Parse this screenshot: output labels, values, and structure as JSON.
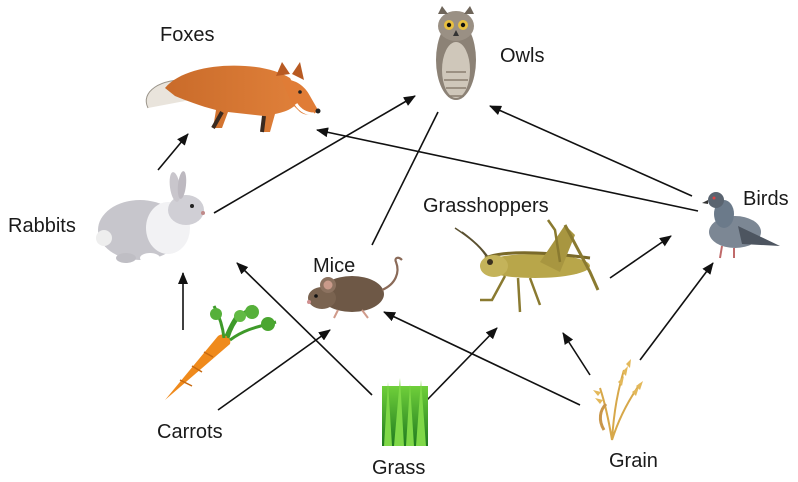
{
  "labels": {
    "foxes": "Foxes",
    "owls": "Owls",
    "rabbits": "Rabbits",
    "birds": "Birds",
    "grasshoppers": "Grasshoppers",
    "mice": "Mice",
    "carrots": "Carrots",
    "grass": "Grass",
    "grain": "Grain"
  },
  "organisms": [
    {
      "key": "foxes",
      "icon": "fox-icon"
    },
    {
      "key": "owls",
      "icon": "owl-icon"
    },
    {
      "key": "rabbits",
      "icon": "rabbit-icon"
    },
    {
      "key": "birds",
      "icon": "pigeon-icon"
    },
    {
      "key": "grasshoppers",
      "icon": "grasshopper-icon"
    },
    {
      "key": "mice",
      "icon": "mouse-icon"
    },
    {
      "key": "carrots",
      "icon": "carrot-icon"
    },
    {
      "key": "grass",
      "icon": "grass-icon"
    },
    {
      "key": "grain",
      "icon": "wheat-icon"
    }
  ],
  "links": [
    {
      "from": "carrots",
      "to": "rabbits"
    },
    {
      "from": "carrots",
      "to": "mice"
    },
    {
      "from": "grass",
      "to": "rabbits"
    },
    {
      "from": "grass",
      "to": "grasshoppers"
    },
    {
      "from": "grain",
      "to": "mice"
    },
    {
      "from": "grain",
      "to": "grasshoppers"
    },
    {
      "from": "grain",
      "to": "birds"
    },
    {
      "from": "rabbits",
      "to": "foxes"
    },
    {
      "from": "rabbits",
      "to": "owls"
    },
    {
      "from": "mice",
      "to": "owls"
    },
    {
      "from": "grasshoppers",
      "to": "birds"
    },
    {
      "from": "birds",
      "to": "foxes"
    },
    {
      "from": "birds",
      "to": "owls"
    }
  ],
  "colors": {
    "arrow": "#111111",
    "text": "#1a1a1a"
  }
}
